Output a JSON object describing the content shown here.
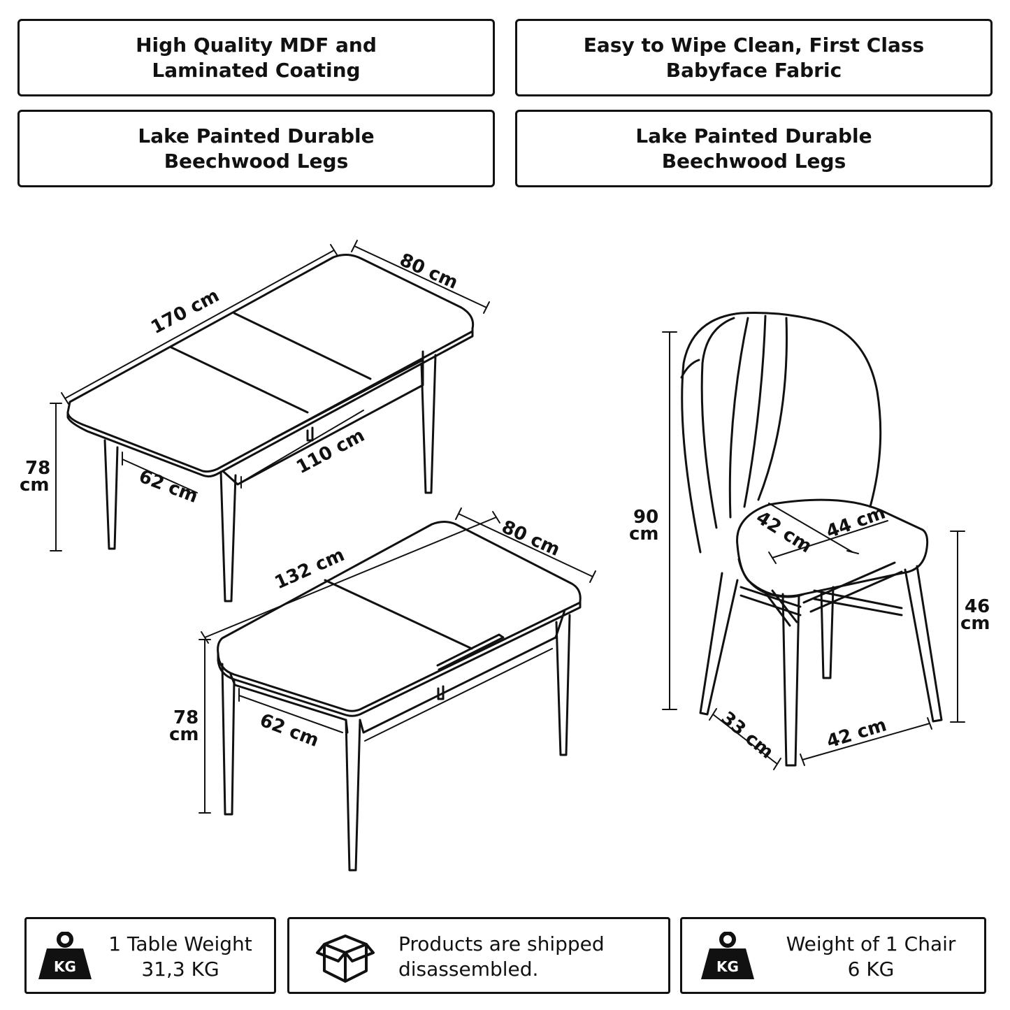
{
  "features": [
    {
      "line1": "High Quality MDF and",
      "line2": "Laminated Coating"
    },
    {
      "line1": "Easy to Wipe Clean, First Class",
      "line2": "Babyface Fabric"
    },
    {
      "line1": "Lake Painted Durable",
      "line2": "Beechwood Legs"
    },
    {
      "line1": "Lake Painted Durable",
      "line2": "Beechwood Legs"
    }
  ],
  "table_large": {
    "length": "170 cm",
    "width": "80 cm",
    "height_line1": "78",
    "height_line2": "cm",
    "inner_depth": "62 cm",
    "inner_length": "110 cm"
  },
  "table_small": {
    "length": "132 cm",
    "width": "80 cm",
    "height_line1": "78",
    "height_line2": "cm",
    "inner_depth": "62 cm"
  },
  "chair": {
    "height_line1": "90",
    "height_line2": "cm",
    "seat_depth": "42 cm",
    "seat_width": "44 cm",
    "seat_height_line1": "46",
    "seat_height_line2": "cm",
    "base_depth": "33 cm",
    "base_width": "42 cm"
  },
  "info": [
    {
      "icon": "kg-weight-icon",
      "badge": "KG",
      "line1": "1 Table Weight",
      "line2": "31,3 KG"
    },
    {
      "icon": "box-icon",
      "line1": "Products are shipped",
      "line2": "disassembled."
    },
    {
      "icon": "kg-weight-icon",
      "badge": "KG",
      "line1": "Weight of 1 Chair",
      "line2": "6 KG"
    }
  ]
}
